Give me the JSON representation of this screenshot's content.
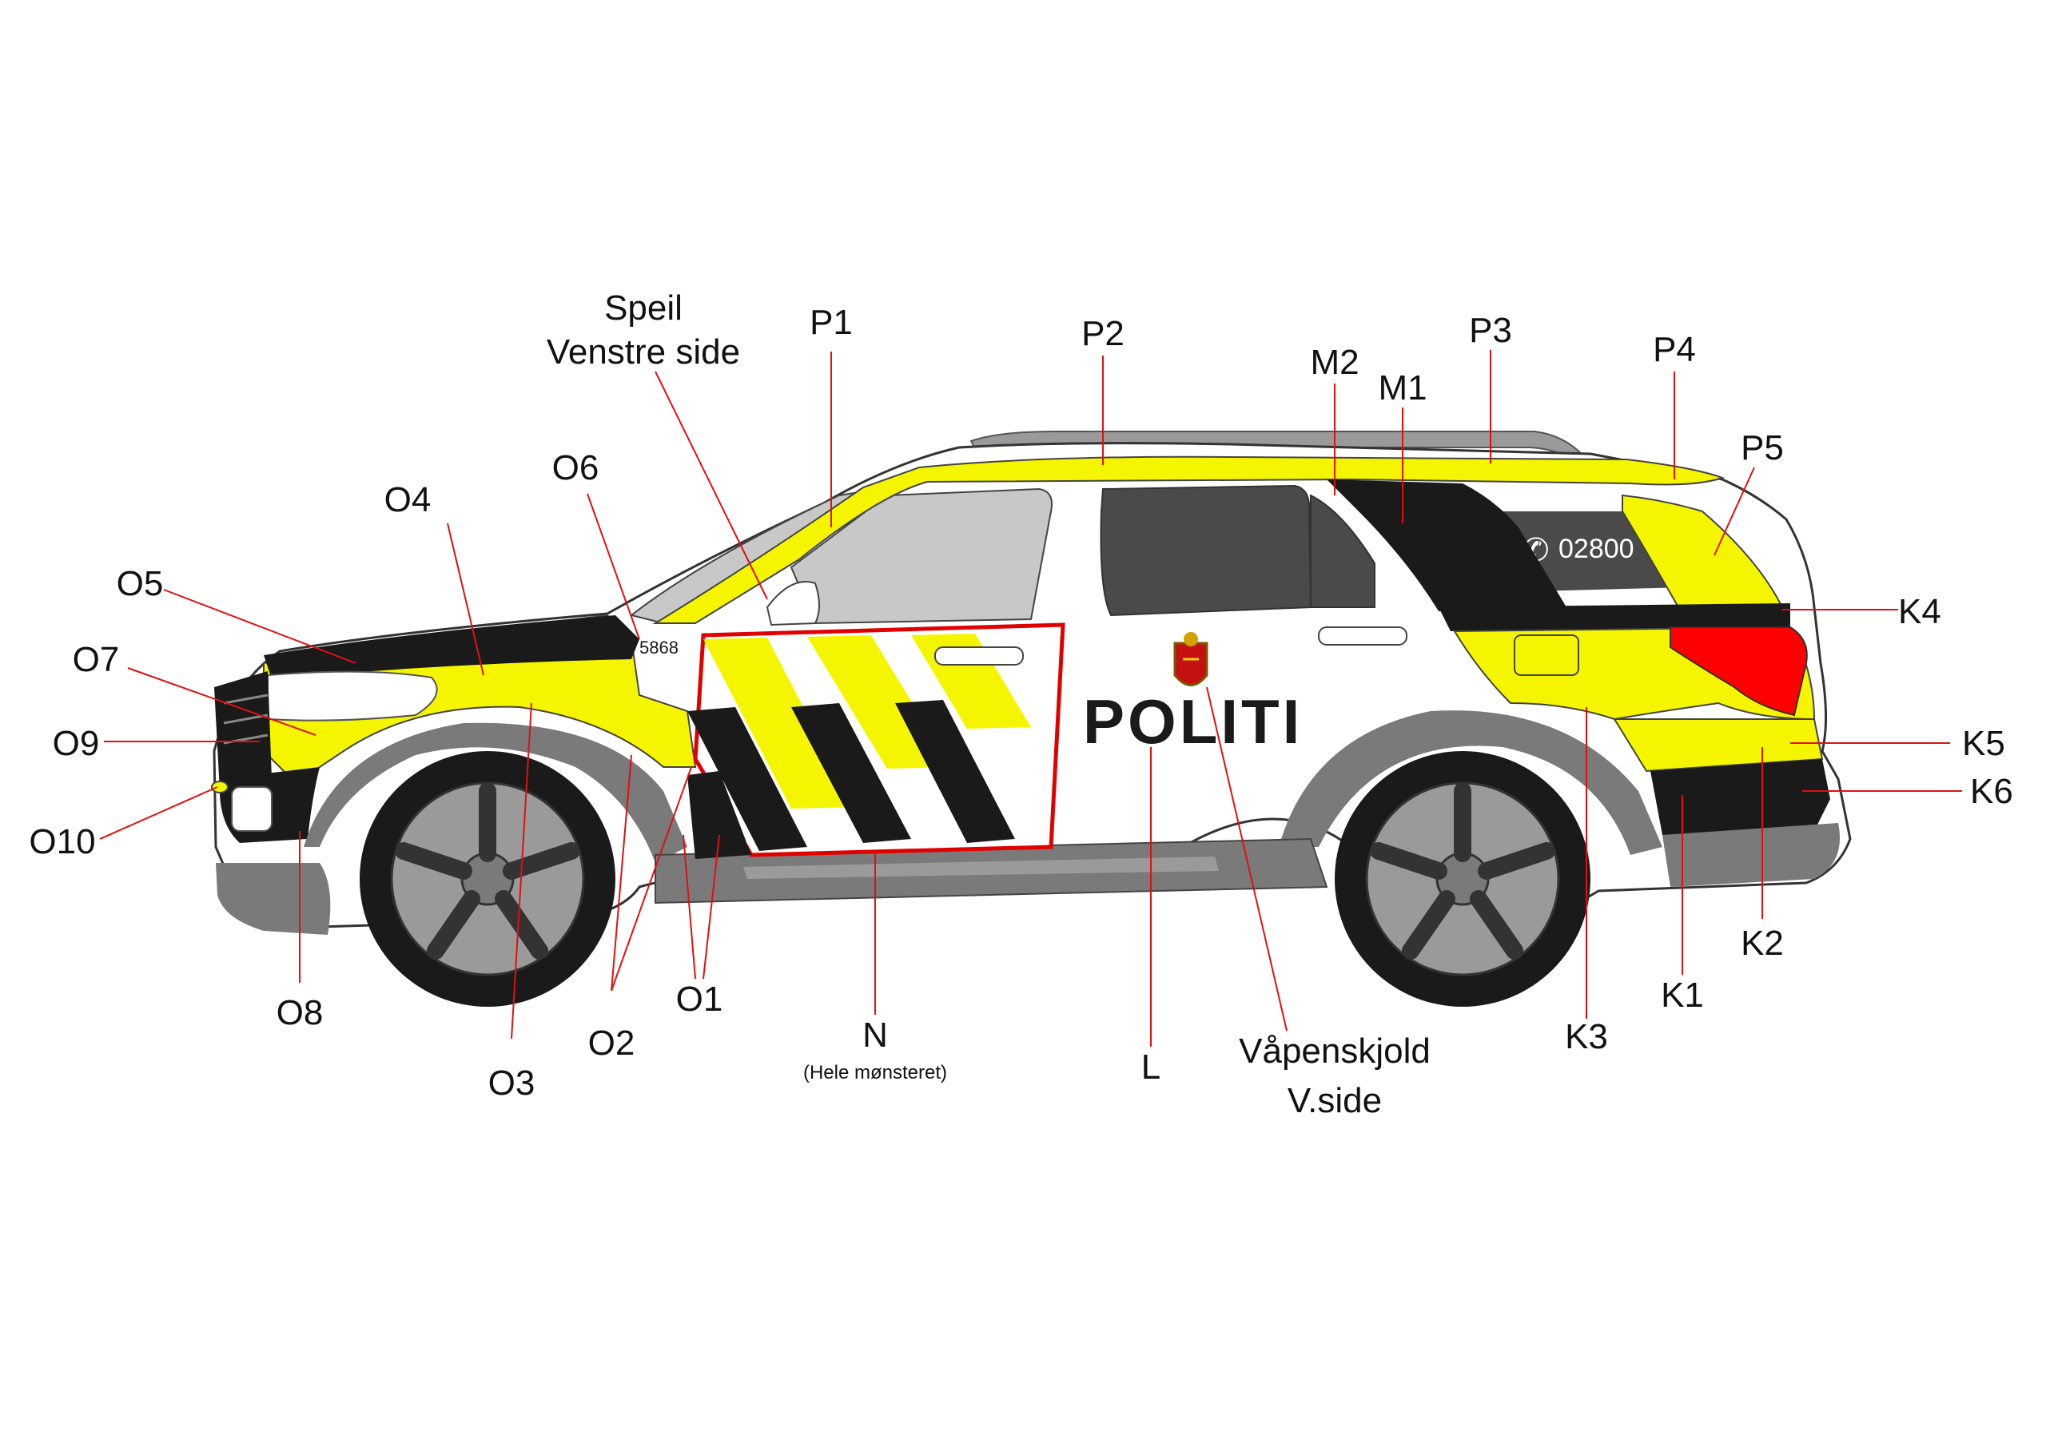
{
  "colors": {
    "yellow": "#f5f500",
    "black": "#1a1a1a",
    "white": "#ffffff",
    "grey_body": "#7a7a7a",
    "grey_light": "#c8c8c8",
    "red_leader": "#e01010",
    "red_outline": "#e00000",
    "tail_light": "#ff0000"
  },
  "vehicle": {
    "politi_text": "POLITI",
    "fleet_number": "5868",
    "phone_number": "02800",
    "phone_icon": "phone-icon",
    "emblem_icon": "coat-of-arms-icon"
  },
  "labels": {
    "speil_1": "Speil",
    "speil_2": "Venstre side",
    "p1": "P1",
    "p2": "P2",
    "m2": "M2",
    "m1": "M1",
    "p3": "P3",
    "p4": "P4",
    "p5": "P5",
    "o4": "O4",
    "o6": "O6",
    "o5": "O5",
    "o7": "O7",
    "o9": "O9",
    "o10": "O10",
    "o8": "O8",
    "o3": "O3",
    "o2": "O2",
    "o1": "O1",
    "n": "N",
    "n_sub": "(Hele mønsteret)",
    "l": "L",
    "vap_1": "Våpenskjold",
    "vap_2": "V.side",
    "k3": "K3",
    "k1": "K1",
    "k2": "K2",
    "k4": "K4",
    "k5": "K5",
    "k6": "K6"
  }
}
